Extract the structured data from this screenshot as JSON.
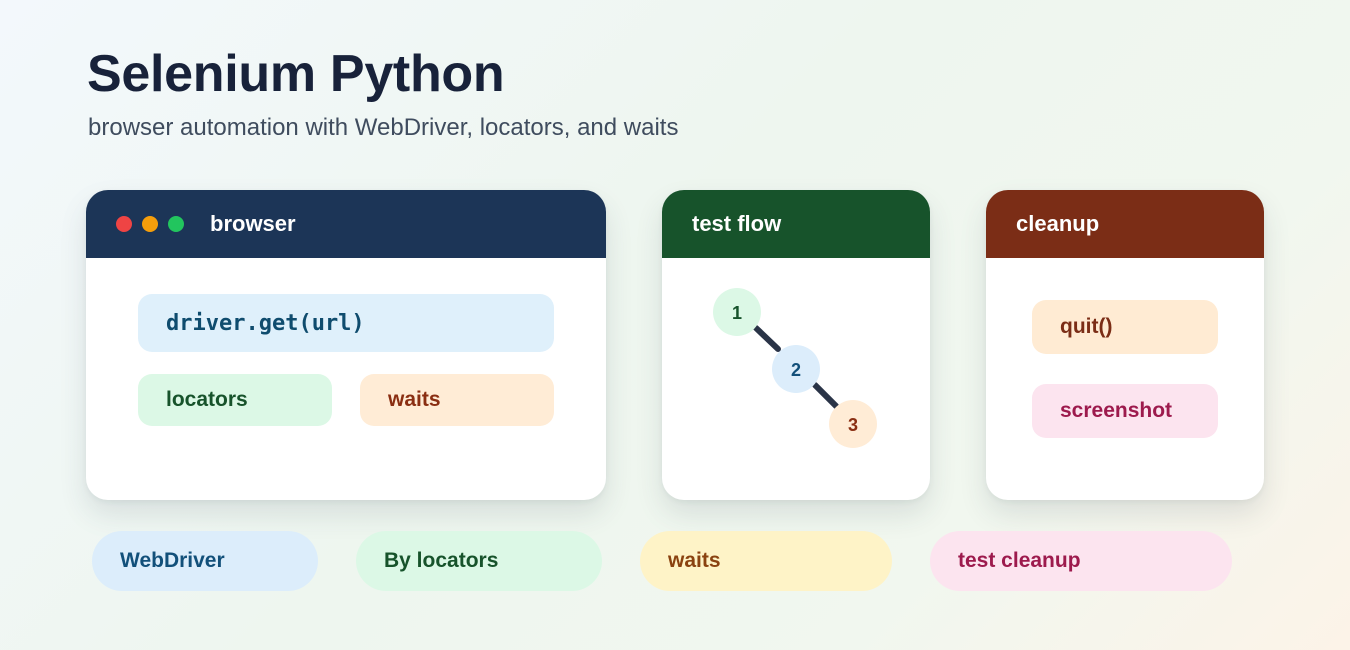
{
  "header": {
    "title": "Selenium Python",
    "subtitle": "browser automation with WebDriver, locators, and waits"
  },
  "browser_card": {
    "title": "browser",
    "command": "driver.get(url)",
    "locators_label": "locators",
    "waits_label": "waits"
  },
  "flow_card": {
    "title": "test flow",
    "steps": [
      "1",
      "2",
      "3"
    ]
  },
  "cleanup_card": {
    "title": "cleanup",
    "quit_label": "quit()",
    "screenshot_label": "screenshot"
  },
  "tags": [
    "WebDriver",
    "By locators",
    "waits",
    "test cleanup"
  ],
  "colors": {
    "browser_header": "#1c3557",
    "flow_header": "#17532b",
    "cleanup_header": "#7b2d16",
    "window_dots": [
      "#ef4444",
      "#f59e0b",
      "#22c55e"
    ]
  }
}
